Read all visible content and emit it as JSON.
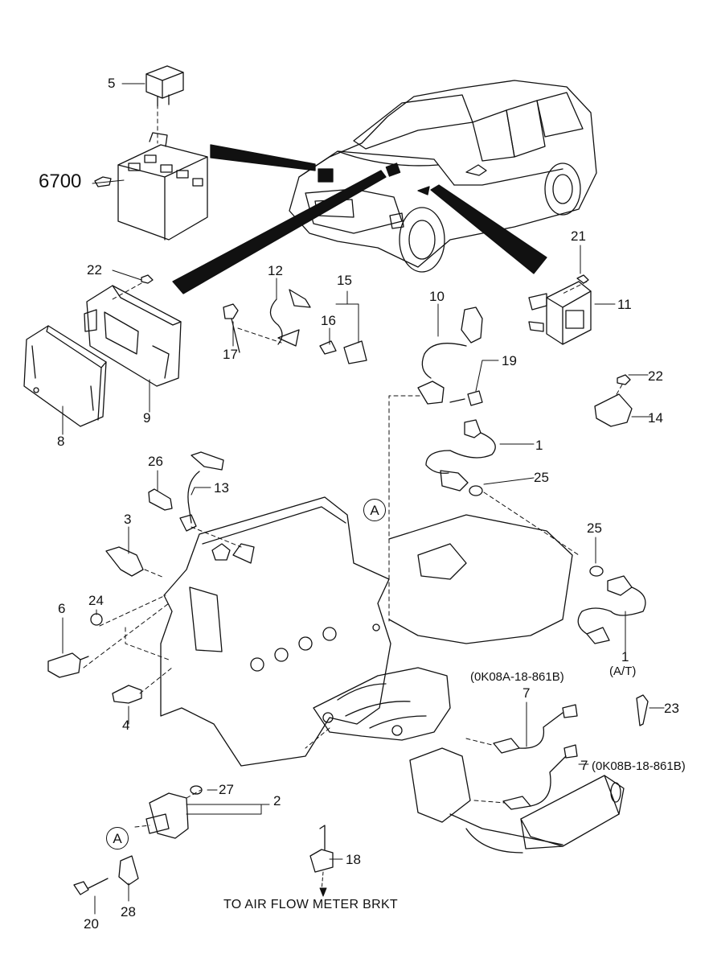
{
  "diagram": {
    "callouts": {
      "c1a": "1",
      "c1b": "1",
      "c1b_note": "(A/T)",
      "c2": "2",
      "c3": "3",
      "c4": "4",
      "c5": "5",
      "c6": "6",
      "c7a": "7",
      "c7a_note": "(0K08A-18-861B)",
      "c7b": "7",
      "c7b_note": "(0K08B-18-861B)",
      "c8": "8",
      "c9": "9",
      "c10": "10",
      "c11": "11",
      "c12": "12",
      "c13": "13",
      "c14": "14",
      "c15": "15",
      "c16": "16",
      "c17": "17",
      "c18": "18",
      "c19": "19",
      "c20": "20",
      "c21": "21",
      "c22a": "22",
      "c22b": "22",
      "c23": "23",
      "c24": "24",
      "c25a": "25",
      "c25b": "25",
      "c26": "26",
      "c27": "27",
      "c28": "28",
      "c6700": "6700"
    },
    "refs": {
      "a1": "A",
      "a2": "A"
    },
    "note": "TO AIR FLOW METER BRKT"
  }
}
